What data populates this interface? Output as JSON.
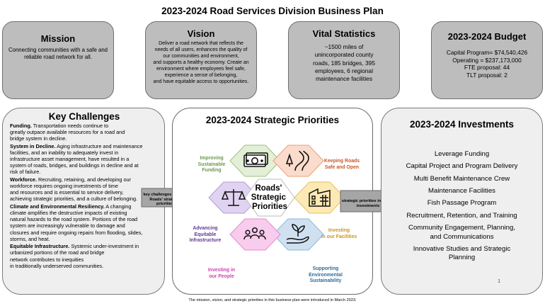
{
  "title": "2023-2024 Road Services Division Business Plan",
  "mission": {
    "heading": "Mission",
    "text": "Connecting communities with a safe and reliable road network for all."
  },
  "vision": {
    "heading": "Vision",
    "lines": [
      "Deliver a road network that reflects the",
      "needs of all users, enhances the quality of",
      "our communities and environment,",
      "and supports a healthy economy. Create an",
      "environment where employees feel safe,",
      "experience a sense of belonging,",
      "and have equitable access to opportunities."
    ]
  },
  "vital_stats": {
    "heading": "Vital Statistics",
    "lines": [
      "~1500 miles of",
      "unincorporated county",
      "roads, 185 bridges, 395",
      "employees, 6 regional",
      "maintenance facilities"
    ]
  },
  "budget": {
    "heading": "2023-2024 Budget",
    "lines": [
      "Capital  Program= $74,540,426",
      "Operating = $237,173,000",
      "FTE proposal: 44",
      "TLT proposal: 2"
    ]
  },
  "challenges": {
    "heading": "Key Challenges",
    "items": [
      {
        "bold": "Funding.",
        "lines": [
          " Transportation needs continue to",
          "greatly outpace available resources for a road and",
          "bridge system in decline."
        ]
      },
      {
        "bold": "System in Decline.",
        "lines": [
          " Aging infrastructure and maintenance",
          "facilities, and an inability to adequately invest in",
          "infrastructure asset management, have resulted in a",
          "system of roads, bridges, and buildings in decline and at",
          "risk of failure."
        ]
      },
      {
        "bold": "Workforce.",
        "lines": [
          " Recruiting, retaining, and developing our",
          "workforce requires ongoing investments of time",
          "and resources and is essential to service delivery,",
          "achieving strategic priorities, and a culture of belonging."
        ]
      },
      {
        "bold": "Climate and Environmental Resiliency.",
        "lines": [
          " A changing",
          "climate amplifies the destructive impacts of existing",
          "natural hazards to the road system. Portions of the road",
          "system are increasingly vulnerable to damage and",
          "closures and require ongoing repairs from flooding, slides,",
          "storms, and heat."
        ]
      },
      {
        "bold": "Equitable Infrastructure.",
        "lines": [
          " Systemic under-investment in",
          "urbanized portions of the road and bridge",
          "network contributes to inequities",
          "in traditionally underserved communities."
        ]
      }
    ]
  },
  "arrow_left_text": [
    "key challenges shaped",
    "Roads' strategic priorities"
  ],
  "priorities": {
    "heading": "2023-2024 Strategic Priorities",
    "center": [
      "Roads'",
      "Strategic",
      "Priorities"
    ],
    "items": [
      {
        "label": [
          "Improving",
          "Sustainable",
          "Funding"
        ],
        "color": "#6a9a4c",
        "fill": "#e3efd6",
        "icon": "money-icon"
      },
      {
        "label": [
          "Keeping Roads",
          "Safe and Open"
        ],
        "color": "#c8582a",
        "fill": "#fbdccc",
        "icon": "road-icon"
      },
      {
        "label": [
          "Investing",
          "in our Facilities"
        ],
        "color": "#c9961f",
        "fill": "#fce9b4",
        "icon": "building-icon"
      },
      {
        "label": [
          "Supporting",
          "Environmental",
          "Sustainability"
        ],
        "color": "#2e6c9b",
        "fill": "#cfe1f1",
        "icon": "plant-in-hand-icon"
      },
      {
        "label": [
          "Investing in",
          "our People"
        ],
        "color": "#d23fb0",
        "fill": "#f8ccec",
        "icon": "people-icon"
      },
      {
        "label": [
          "Advancing",
          "Equitable",
          "Infrastructure"
        ],
        "color": "#5e3b98",
        "fill": "#e0d3f1",
        "icon": "scales-icon"
      }
    ]
  },
  "arrow_right_text": [
    "strategic priorities informed",
    "investments"
  ],
  "investments": {
    "heading": "2023-2024 Investments",
    "items": [
      [
        "Leverage Funding"
      ],
      [
        "Capital Project and Program Delivery"
      ],
      [
        "Multi Benefit Maintenance Crew"
      ],
      [
        "Maintenance Facilities"
      ],
      [
        "Fish Passage Program"
      ],
      [
        "Recruitment, Retention, and Training"
      ],
      [
        "Community Engagement, Planning,",
        "and Communications"
      ],
      [
        "Innovative Studies and Strategic",
        "Planning"
      ]
    ]
  },
  "page_number": "1",
  "footnote": "The mission, vision, and strategic priorities in this business plan were introduced in March 2023."
}
